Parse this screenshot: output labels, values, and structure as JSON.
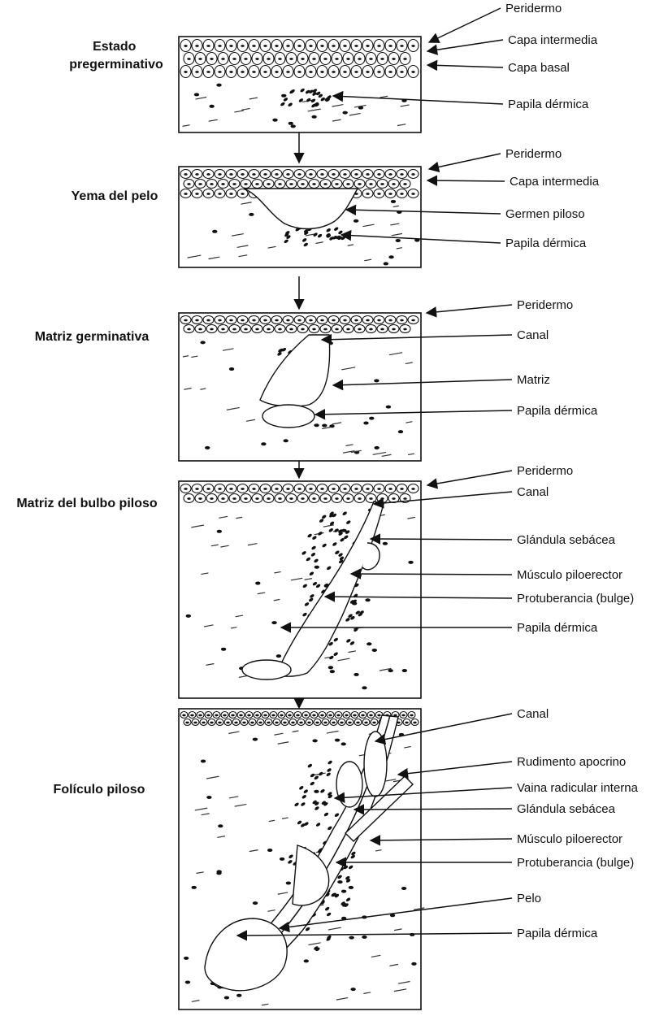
{
  "stages": [
    {
      "id": "pregerminative",
      "title_lines": [
        "Estado",
        "pregerminativo"
      ],
      "labels": [
        "Peridermo",
        "Capa intermedia",
        "Capa basal",
        "Papila dérmica"
      ]
    },
    {
      "id": "hair-bud",
      "title_lines": [
        "Yema del pelo"
      ],
      "labels": [
        "Peridermo",
        "Capa intermedia",
        "Germen piloso",
        "Papila dérmica"
      ]
    },
    {
      "id": "germinal-matrix",
      "title_lines": [
        "Matriz germinativa"
      ],
      "labels": [
        "Peridermo",
        "Canal",
        "Matriz",
        "Papila dérmica"
      ]
    },
    {
      "id": "bulb-matrix",
      "title_lines": [
        "Matriz del bulbo piloso"
      ],
      "labels": [
        "Peridermo",
        "Canal",
        "Glándula sebácea",
        "Músculo piloerector",
        "Protuberancia (bulge)",
        "Papila dérmica"
      ]
    },
    {
      "id": "hair-follicle",
      "title_lines": [
        "Folículo piloso"
      ],
      "labels": [
        "Canal",
        "Rudimento apocrino",
        "Vaina radicular interna",
        "Glándula sebácea",
        "Músculo piloerector",
        "Protuberancia (bulge)",
        "Pelo",
        "Papila dérmica"
      ]
    }
  ],
  "colors": {
    "ink": "#111111",
    "paper": "#ffffff"
  }
}
